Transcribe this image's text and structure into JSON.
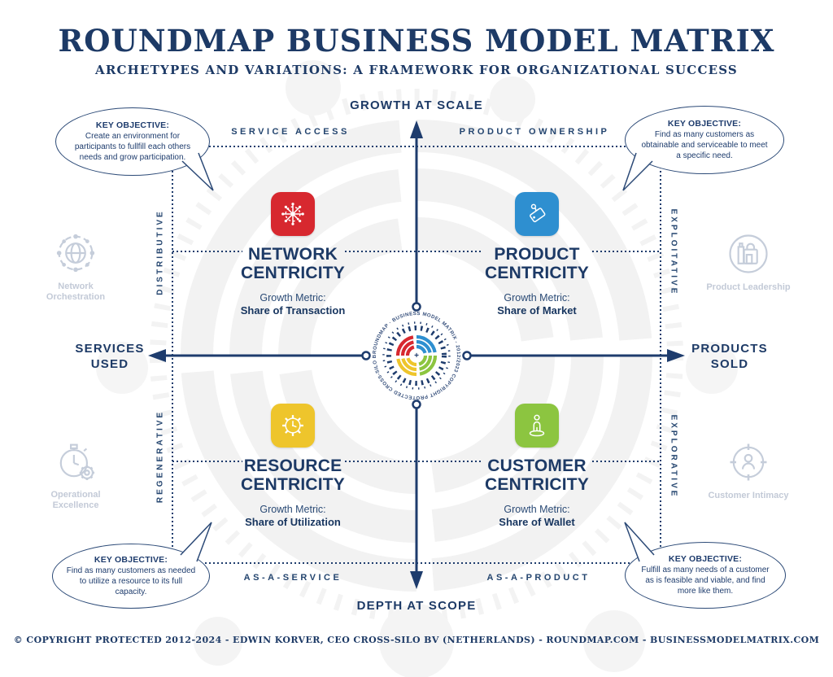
{
  "header": {
    "title": "ROUNDMAP BUSINESS MODEL MATRIX",
    "subtitle": "ARCHETYPES AND VARIATIONS: A FRAMEWORK FOR ORGANIZATIONAL SUCCESS"
  },
  "axes": {
    "top": "GROWTH AT SCALE",
    "bottom": "DEPTH AT SCOPE",
    "left_line1": "SERVICES",
    "left_line2": "USED",
    "right_line1": "PRODUCTS",
    "right_line2": "SOLD"
  },
  "edge_labels": {
    "top_left": "SERVICE ACCESS",
    "top_right": "PRODUCT OWNERSHIP",
    "bottom_left": "AS-A-SERVICE",
    "bottom_right": "AS-A-PRODUCT"
  },
  "side_labels": {
    "left_top": "DISTRIBUTIVE",
    "left_bottom": "REGENERATIVE",
    "right_top": "EXPLOITATIVE",
    "right_bottom": "EXPLORATIVE"
  },
  "quadrants": [
    {
      "name": "network",
      "title_line1": "NETWORK",
      "title_line2": "CENTRICITY",
      "metric_label": "Growth Metric:",
      "metric_value": "Share of Transaction",
      "color": "#d7282f"
    },
    {
      "name": "product",
      "title_line1": "PRODUCT",
      "title_line2": "CENTRICITY",
      "metric_label": "Growth Metric:",
      "metric_value": "Share of Market",
      "color": "#2e8fd0"
    },
    {
      "name": "resource",
      "title_line1": "RESOURCE",
      "title_line2": "CENTRICITY",
      "metric_label": "Growth Metric:",
      "metric_value": "Share of Utilization",
      "color": "#eec52c"
    },
    {
      "name": "customer",
      "title_line1": "CUSTOMER",
      "title_line2": "CENTRICITY",
      "metric_label": "Growth Metric:",
      "metric_value": "Share of Wallet",
      "color": "#8cc540"
    }
  ],
  "bubbles": [
    {
      "position": "top-left",
      "heading": "KEY OBJECTIVE:",
      "text": "Create an environment for participants to fullfill each others needs and grow participation."
    },
    {
      "position": "top-right",
      "heading": "KEY OBJECTIVE:",
      "text": "Find as many customers as obtainable and serviceable to meet a specific need."
    },
    {
      "position": "bottom-left",
      "heading": "KEY OBJECTIVE:",
      "text": "Find as many customers as needed to utilize a resource to its full capacity."
    },
    {
      "position": "bottom-right",
      "heading": "KEY OBJECTIVE:",
      "text": "Fulfill as many needs of a customer as is feasible and viable, and find more like them."
    }
  ],
  "strategy_icons": [
    {
      "label": "Network Orchestration"
    },
    {
      "label": "Product Leadership"
    },
    {
      "label": "Operational Excellence"
    },
    {
      "label": "Customer Intimacy"
    }
  ],
  "center_logo": {
    "ring_text": "ROUNDMAP · BUSINESS MODEL MATRIX - 2012/2023 COPYRIGHT PROTECTED CROSS-SILO BV ·",
    "plus": "+"
  },
  "footer": "© COPYRIGHT PROTECTED 2012-2024 - EDWIN KORVER, CEO CROSS-SILO BV (NETHERLANDS) - ROUNDMAP.COM - BUSINESSMODELMATRIX.COM",
  "colors": {
    "navy": "#1e3c6d",
    "red": "#d7282f",
    "blue": "#2e8fd0",
    "yellow": "#eec52c",
    "green": "#8cc540",
    "watermark_gray": "#c6cedd"
  }
}
